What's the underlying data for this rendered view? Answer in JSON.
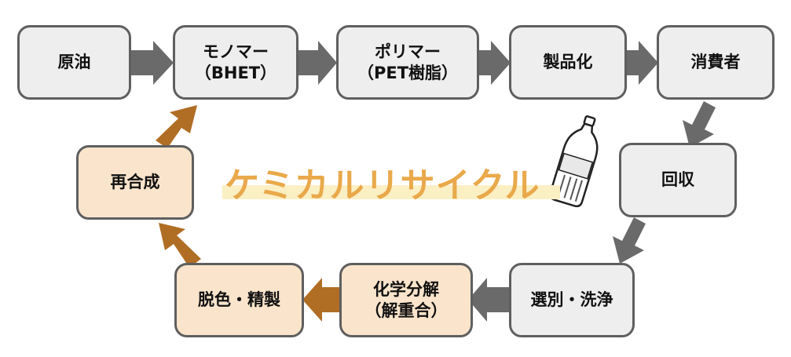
{
  "title": "ケミカルリサイクル",
  "colors": {
    "gray_box": "#eeeeee",
    "tan_box": "#fae5cc",
    "border": "#5f5f5f",
    "gray_arrow": "#6a6a6a",
    "brown_arrow": "#b06e24",
    "title_text": "#e9a94b"
  },
  "nodes": {
    "crude_oil": "原油",
    "monomer": "モノマー\n（BHET）",
    "polymer": "ポリマー\n（PET樹脂）",
    "product": "製品化",
    "consumer": "消費者",
    "collection": "回収",
    "sorting": "選別・洗浄",
    "depolymerization": "化学分解\n（解重合）",
    "decolorization": "脱色・精製",
    "resynthesis": "再合成"
  },
  "icons": {
    "bottle": "plastic-bottle-icon"
  }
}
